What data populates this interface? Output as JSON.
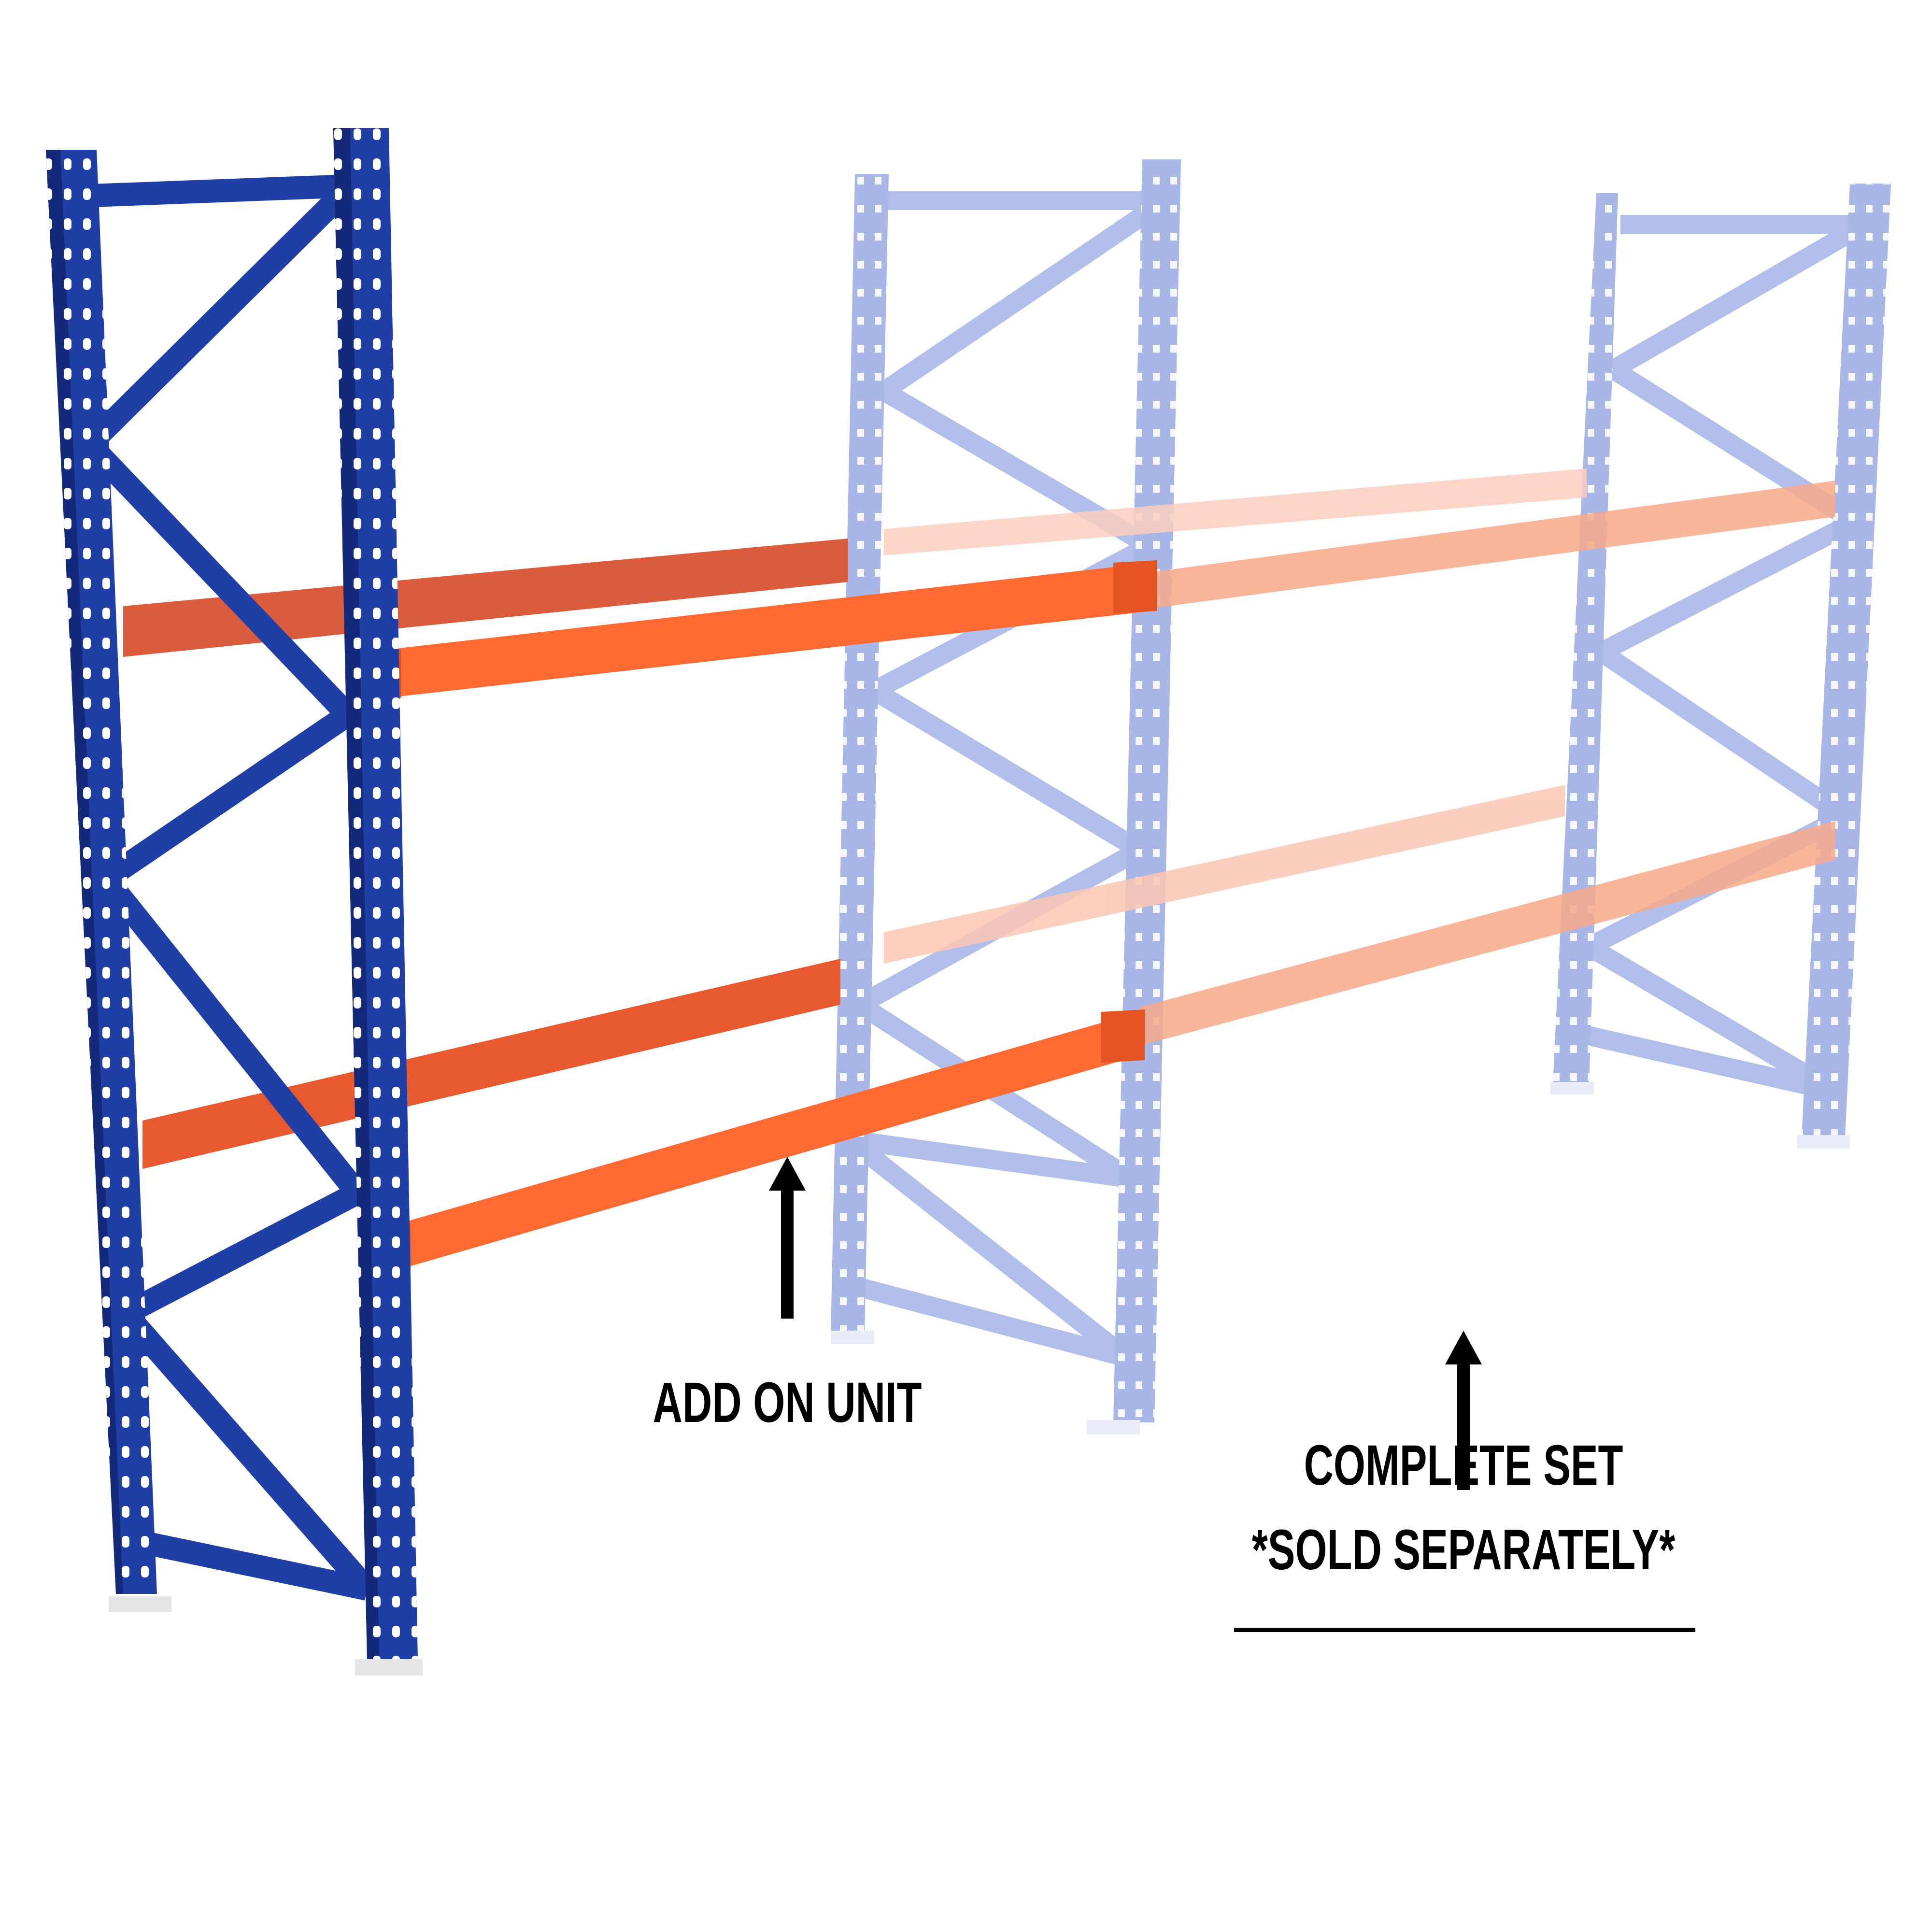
{
  "labels": {
    "add_on_unit": "ADD ON UNIT",
    "complete_set": "COMPLETE SET",
    "sold_separately": "*SOLD SEPARATELY*"
  },
  "colors": {
    "frame_blue": "#1f3fa6",
    "frame_blue_dark": "#14297a",
    "ghost_frame": "#9fb0e4",
    "beam_orange": "#f25f2a",
    "beam_orange_dark": "#d44a1c",
    "ghost_beam": "#f7b29a",
    "text": "#000000"
  }
}
